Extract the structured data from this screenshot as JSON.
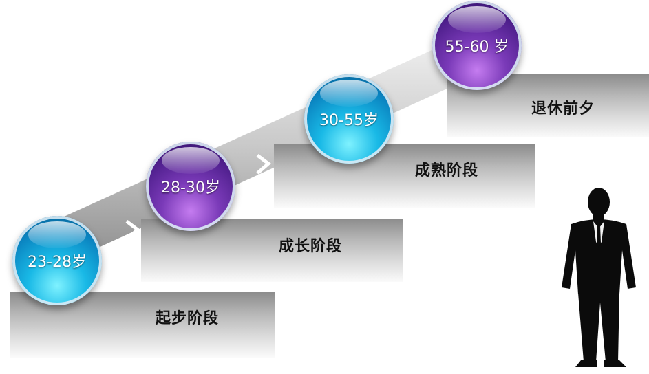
{
  "stages": [
    {
      "age": "23-28岁",
      "name": "起步阶段"
    },
    {
      "age": "28-30岁",
      "name": "成长阶段"
    },
    {
      "age": "30-55岁",
      "name": "成熟阶段"
    },
    {
      "age": "55-60 岁",
      "name": "退休前夕"
    }
  ],
  "colors": {
    "ball_cyan": "#19b9e6",
    "ball_purple": "#5a2a9c",
    "step_gray": "#b9b9b9",
    "silhouette": "#0b0b0b"
  },
  "icons": [
    "chevron-icon",
    "businessman-silhouette"
  ]
}
